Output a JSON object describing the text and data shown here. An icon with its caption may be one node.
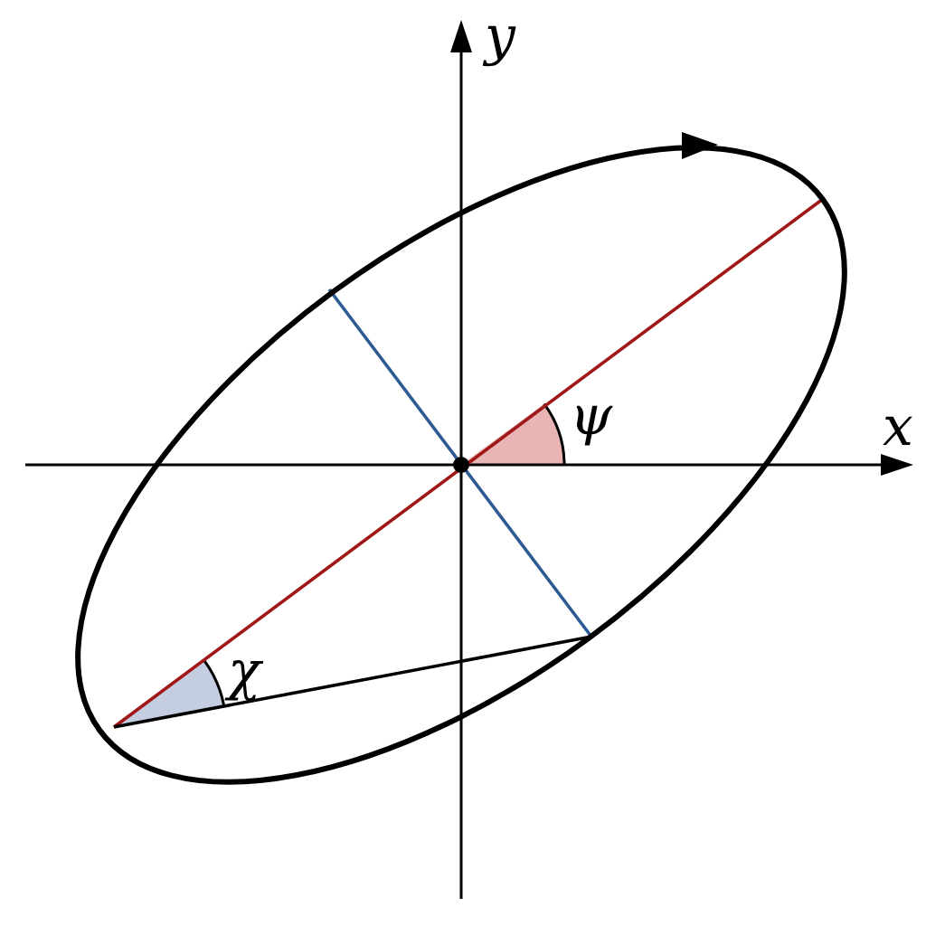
{
  "diagram": {
    "labels": [
      "y",
      "ψ",
      "x",
      "χ"
    ]
  }
}
